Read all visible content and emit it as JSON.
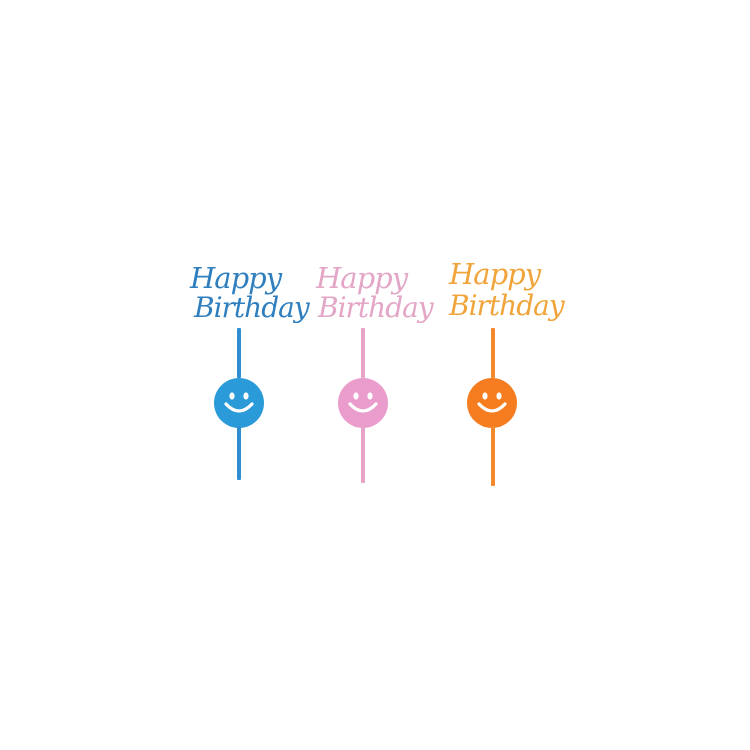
{
  "toppers": [
    {
      "line1": "Happy",
      "line2": "Birthday",
      "text_color": "#2f7fbf",
      "stick_color": "#2d8fd0",
      "smiley_color": "#2b9ad9"
    },
    {
      "line1": "Happy",
      "line2": "Birthday",
      "text_color": "#e3a6c6",
      "stick_color": "#e8a4c8",
      "smiley_color": "#ea9ccd"
    },
    {
      "line1": "Happy",
      "line2": "Birthday",
      "text_color": "#f0a43a",
      "stick_color": "#f28a2d",
      "smiley_color": "#f57d1f"
    }
  ],
  "icons": {
    "smiley": "smiley-face-icon"
  }
}
